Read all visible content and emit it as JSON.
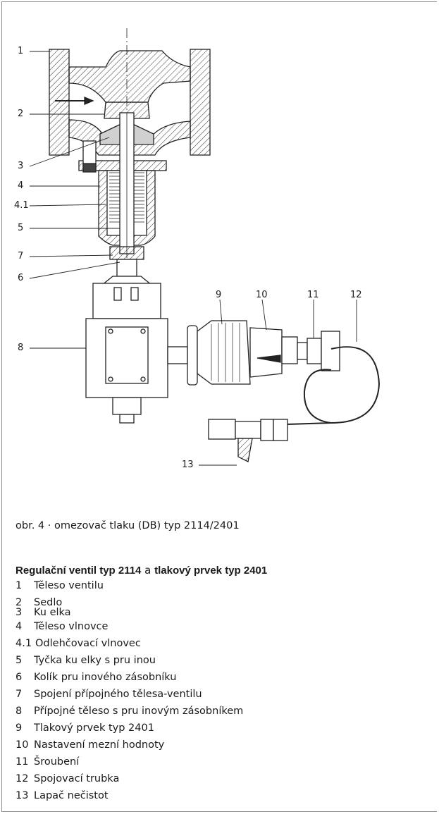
{
  "figure": {
    "callouts": [
      {
        "id": "c1",
        "label": "1"
      },
      {
        "id": "c2",
        "label": "2"
      },
      {
        "id": "c3",
        "label": "3"
      },
      {
        "id": "c4",
        "label": "4"
      },
      {
        "id": "c41",
        "label": "4.1"
      },
      {
        "id": "c5",
        "label": "5"
      },
      {
        "id": "c7",
        "label": "7"
      },
      {
        "id": "c6",
        "label": "6"
      },
      {
        "id": "c8",
        "label": "8"
      },
      {
        "id": "c9",
        "label": "9"
      },
      {
        "id": "c10",
        "label": "10"
      },
      {
        "id": "c11",
        "label": "11"
      },
      {
        "id": "c12",
        "label": "12"
      },
      {
        "id": "c13",
        "label": "13"
      }
    ],
    "caption": "obr. 4 · omezovač tlaku (DB) typ 2114/2401"
  },
  "legend": {
    "heading_part1": "Regulační ventil typ 2114",
    "heading_joiner": " a ",
    "heading_part2": "tlakový prvek typ 2401",
    "items": [
      {
        "num": "1",
        "text": "Těleso ventilu"
      },
      {
        "num": "2",
        "text": "Sedlo"
      },
      {
        "num": "3",
        "text": "Ku elka"
      },
      {
        "num": "4",
        "text": "Těleso vlnovce"
      },
      {
        "num": "4.1",
        "text": "Odlehčovací vlnovec"
      },
      {
        "num": "5",
        "text": "Tyčka ku elky s pru inou"
      },
      {
        "num": "6",
        "text": "Kolík pru inového zásobníku"
      },
      {
        "num": "7",
        "text": "Spojení přípojného tělesa-ventilu"
      },
      {
        "num": "8",
        "text": "Přípojné těleso s pru inovým zásobníkem"
      },
      {
        "num": "9",
        "text": "Tlakový prvek typ 2401"
      },
      {
        "num": "10",
        "text": "Nastavení mezní hodnoty"
      },
      {
        "num": "11",
        "text": "Šroubení"
      },
      {
        "num": "12",
        "text": "Spojovací trubka"
      },
      {
        "num": "13",
        "text": "Lapač nečistot"
      }
    ]
  }
}
